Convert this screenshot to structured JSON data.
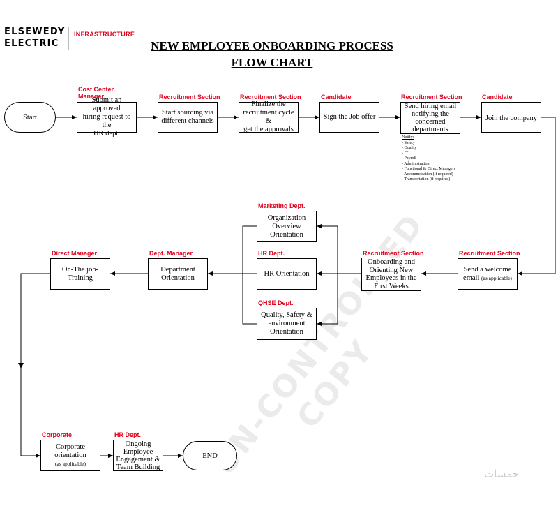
{
  "logo": {
    "line1": "ELSEWEDY",
    "line2": "ELECTRIC",
    "sub": "INFRASTRUCTURE"
  },
  "title": {
    "line1": "NEW EMPLOYEE ONBOARDING PROCESS",
    "line2": "FLOW CHART"
  },
  "roles": {
    "cost_center_1": "Cost Center",
    "cost_center_2": "Manager",
    "recruitment_1": "Recruitment Section",
    "recruitment_2": "Recruitment Section",
    "candidate_1": "Candidate",
    "recruitment_3": "Recruitment Section",
    "candidate_2": "Candidate",
    "marketing": "Marketing Dept.",
    "hr_dept_1": "HR Dept.",
    "qhse": "QHSE Dept.",
    "recruitment_4": "Recruitment Section",
    "recruitment_5": "Recruitment Section",
    "dept_manager": "Dept. Manager",
    "direct_manager": "Direct Manager",
    "corporate": "Corporate",
    "hr_dept_2": "HR Dept."
  },
  "steps": {
    "start": "Start",
    "submit_1": "Submit an approved",
    "submit_2": "hiring request to the",
    "submit_3": "HR dept.",
    "sourcing_1": "Start sourcing via",
    "sourcing_2": "different channels",
    "finalize_1": "Finalize the",
    "finalize_2": "recruitment cycle &",
    "finalize_3": "get the approvals",
    "sign": "Sign the Job offer",
    "email_1": "Send hiring email",
    "email_2": "notifying the",
    "email_3": "concerned",
    "email_4": "departments",
    "join": "Join the company",
    "welcome_1": "Send a welcome",
    "welcome_2": "email",
    "welcome_3": "(as applicable)",
    "onboard_1": "Onboarding and",
    "onboard_2": "Orienting New",
    "onboard_3": "Employees in the",
    "onboard_4": "First Weeks",
    "org_1": "Organization",
    "org_2": "Overview",
    "org_3": "Orientation",
    "hr_orient": "HR Orientation",
    "qhse_1": "Quality, Safety &",
    "qhse_2": "environment",
    "qhse_3": "Orientation",
    "dept_1": "Department",
    "dept_2": "Orientation",
    "otj_1": "On-The job-",
    "otj_2": "Training",
    "corp_1": "Corporate",
    "corp_2": "orientation",
    "corp_3": "(as applicable)",
    "ongoing_1": "Ongoing",
    "ongoing_2": "Employee",
    "ongoing_3": "Engagement &",
    "ongoing_4": "Team Building",
    "end": "END"
  },
  "notify": {
    "heading": "Notify:",
    "items": [
      "- Safety",
      "- Quality",
      "- IT",
      "- Payroll",
      "- Administration",
      "- Functional & Direct Managers",
      "- Accommodation (if required)",
      "- Transportation (if required)"
    ]
  },
  "watermark": {
    "line1": "UN-CONTROLLED",
    "line2": "COPY"
  },
  "brand_mark": "خمسات",
  "colors": {
    "role_label": "#e3001b",
    "brand_accent": "#e3001b",
    "line": "#000000"
  }
}
